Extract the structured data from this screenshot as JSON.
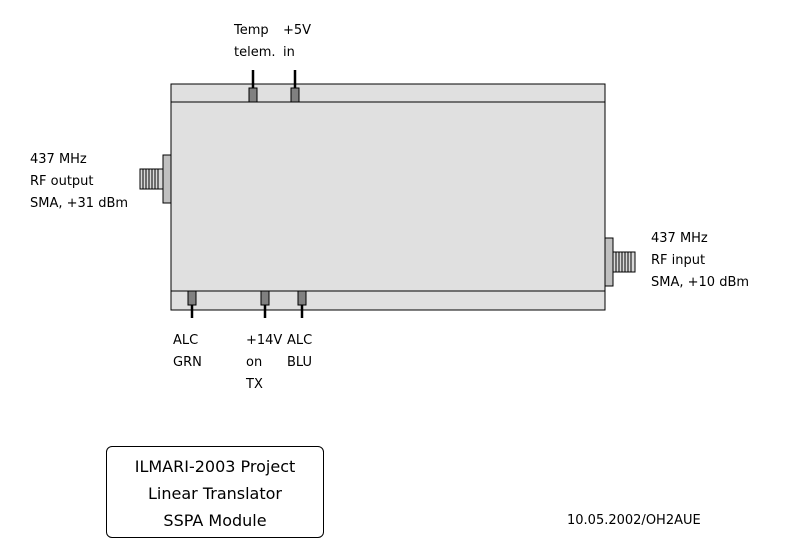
{
  "labels": {
    "temp": [
      "Temp",
      "telem."
    ],
    "plus5v": [
      "+5V",
      "in"
    ],
    "rf_output": [
      "437 MHz",
      "RF output",
      "SMA, +31 dBm"
    ],
    "rf_input": [
      "437 MHz",
      "RF input",
      "SMA, +10 dBm"
    ],
    "alc_grn": [
      "ALC",
      "GRN"
    ],
    "plus14v": [
      "+14V",
      "on",
      "TX"
    ],
    "alc_blu": [
      "ALC",
      "BLU"
    ]
  },
  "title_box": [
    "ILMARI-2003 Project",
    "Linear Translator",
    "SSPA Module"
  ],
  "credit": "10.05.2002/OH2AUE",
  "colors": {
    "module_fill": "#e0e0e0",
    "stroke": "#000000",
    "pin": "#808080"
  }
}
